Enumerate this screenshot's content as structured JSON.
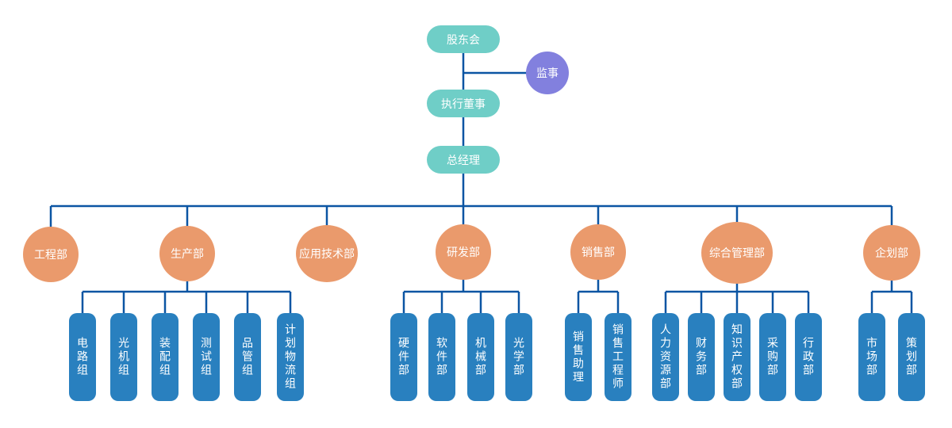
{
  "org": {
    "colors": {
      "teal": "#6FCEC7",
      "purple": "#8280DE",
      "orange": "#EA9A6C",
      "blue": "#2980BF",
      "line": "#0B55A3",
      "text": "#FFFFFF"
    },
    "shareholders": "股东会",
    "supervisor": "监事",
    "executive_director": "执行董事",
    "general_manager": "总经理",
    "departments": [
      {
        "label": "工程部",
        "children": []
      },
      {
        "label": "生产部",
        "children": [
          "电路组",
          "光机组",
          "装配组",
          "测试组",
          "品管组",
          "计划物流组"
        ]
      },
      {
        "label": "应用技术部",
        "children": []
      },
      {
        "label": "研发部",
        "children": [
          "硬件部",
          "软件部",
          "机械部",
          "光学部"
        ]
      },
      {
        "label": "销售部",
        "children": [
          "销售助理",
          "销售工程师"
        ]
      },
      {
        "label": "综合管理部",
        "children": [
          "人力资源部",
          "财务部",
          "知识产权部",
          "采购部",
          "行政部"
        ]
      },
      {
        "label": "企划部",
        "children": [
          "市场部",
          "策划部"
        ]
      }
    ]
  }
}
